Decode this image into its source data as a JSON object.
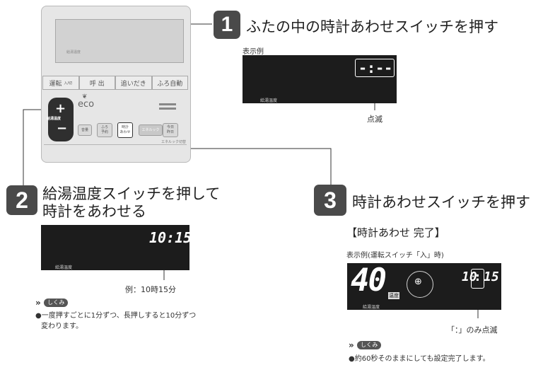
{
  "remote": {
    "screen_caption": "給湯温度",
    "buttons": [
      {
        "label": "運転",
        "sub": "入/切"
      },
      {
        "label": "呼 出",
        "sub": ""
      },
      {
        "label": "追いだき",
        "sub": ""
      },
      {
        "label": "ふろ自動",
        "sub": ""
      }
    ],
    "temp_label": "給湯温度",
    "plus": "+",
    "minus": "−",
    "eco": "eco",
    "volume": "音量",
    "bath_reserve": [
      "ふろ",
      "予約"
    ],
    "clock_button": [
      "時計",
      "あわせ"
    ],
    "ener_look": "エネルック",
    "today_prev": [
      "今日",
      "昨日"
    ],
    "ener_label": "エネルック切替"
  },
  "step1": {
    "number": "1",
    "title": "ふたの中の時計あわせスイッチを押す",
    "display_label": "表示例",
    "display_value": "-:--",
    "display_caption": "給湯温度",
    "blink_note": "点滅"
  },
  "step2": {
    "number": "2",
    "title_line1": "給湯温度スイッチを押して",
    "title_line2": "時計をあわせる",
    "display_value": "10:15",
    "display_caption": "給湯温度",
    "example": "例：10時15分",
    "shikumi": "しくみ",
    "note_line1": "一度押すごとに1分ずつ、長押しすると10分ずつ",
    "note_line2": "変わります。"
  },
  "step3": {
    "number": "3",
    "title": "時計あわせスイッチを押す",
    "complete": "【時計あわせ 完了】",
    "display_label": "表示例(運転スイッチ「入」時)",
    "temp_value": "40",
    "temp_unit": "温度",
    "time_hour": "10",
    "time_colon": ":",
    "time_min": "15",
    "display_caption": "給湯温度",
    "blink_note": "「：」のみ点滅",
    "shikumi": "しくみ",
    "note": "約60秒そのままにしても設定完了します。"
  },
  "colors": {
    "badge": "#4a4a4a",
    "lcd": "#1c1c1c",
    "panel": "#e6e6e6"
  }
}
